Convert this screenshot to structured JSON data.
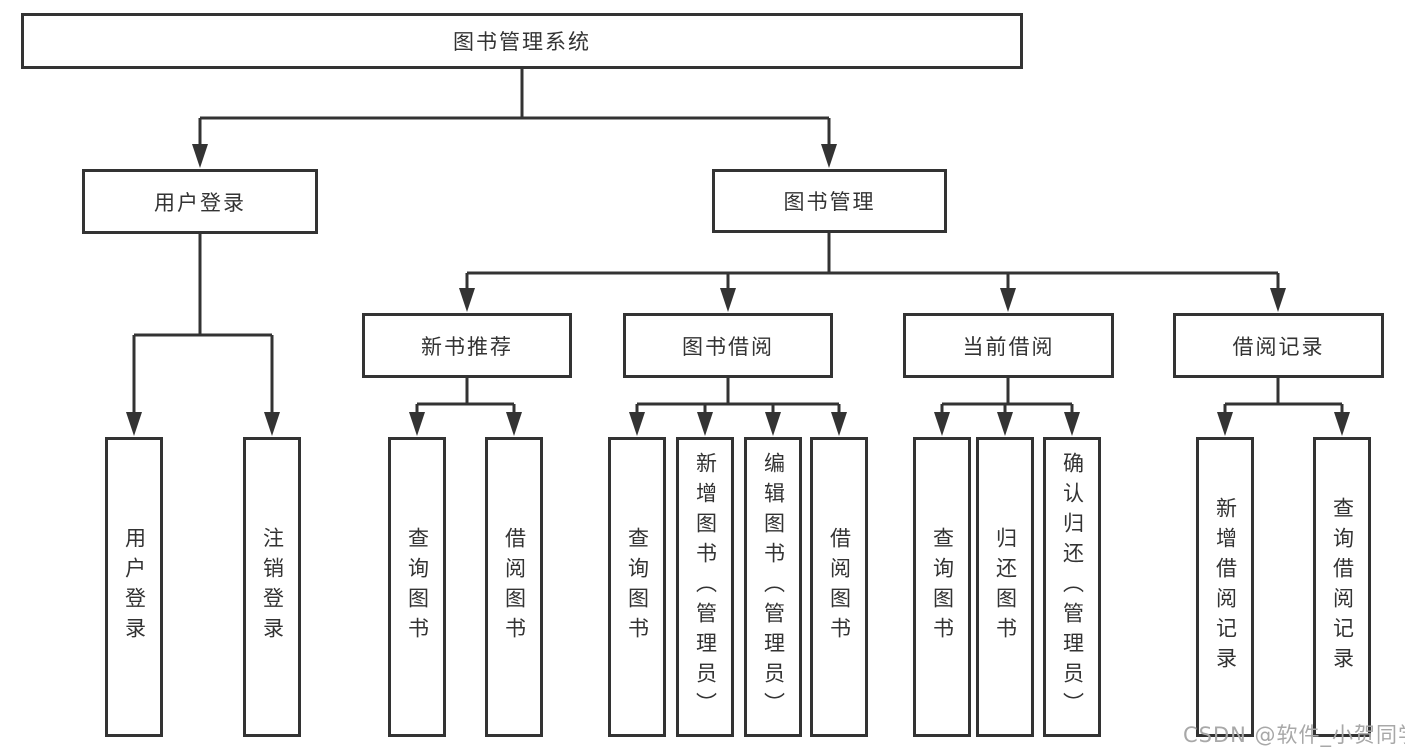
{
  "diagram": {
    "root": {
      "label": "图书管理系统"
    },
    "branches": [
      {
        "label": "用户登录",
        "children": [
          {
            "label": "用户登录"
          },
          {
            "label": "注销登录"
          }
        ]
      },
      {
        "label": "图书管理",
        "children": [
          {
            "label": "新书推荐",
            "children": [
              {
                "label": "查询图书"
              },
              {
                "label": "借阅图书"
              }
            ]
          },
          {
            "label": "图书借阅",
            "children": [
              {
                "label": "查询图书"
              },
              {
                "label": "新增图书（管理员）"
              },
              {
                "label": "编辑图书（管理员）"
              },
              {
                "label": "借阅图书"
              }
            ]
          },
          {
            "label": "当前借阅",
            "children": [
              {
                "label": "查询图书"
              },
              {
                "label": "归还图书"
              },
              {
                "label": "确认归还（管理员）"
              }
            ]
          },
          {
            "label": "借阅记录",
            "children": [
              {
                "label": "新增借阅记录"
              },
              {
                "label": "查询借阅记录"
              }
            ]
          }
        ]
      }
    ]
  },
  "watermark": {
    "text": "CSDN @软件_小贺同学"
  },
  "colors": {
    "line": "#333333",
    "text": "#333333",
    "box_bg": "#ffffff",
    "page_bg": "#ffffff",
    "watermark": "#a8a8a8"
  }
}
